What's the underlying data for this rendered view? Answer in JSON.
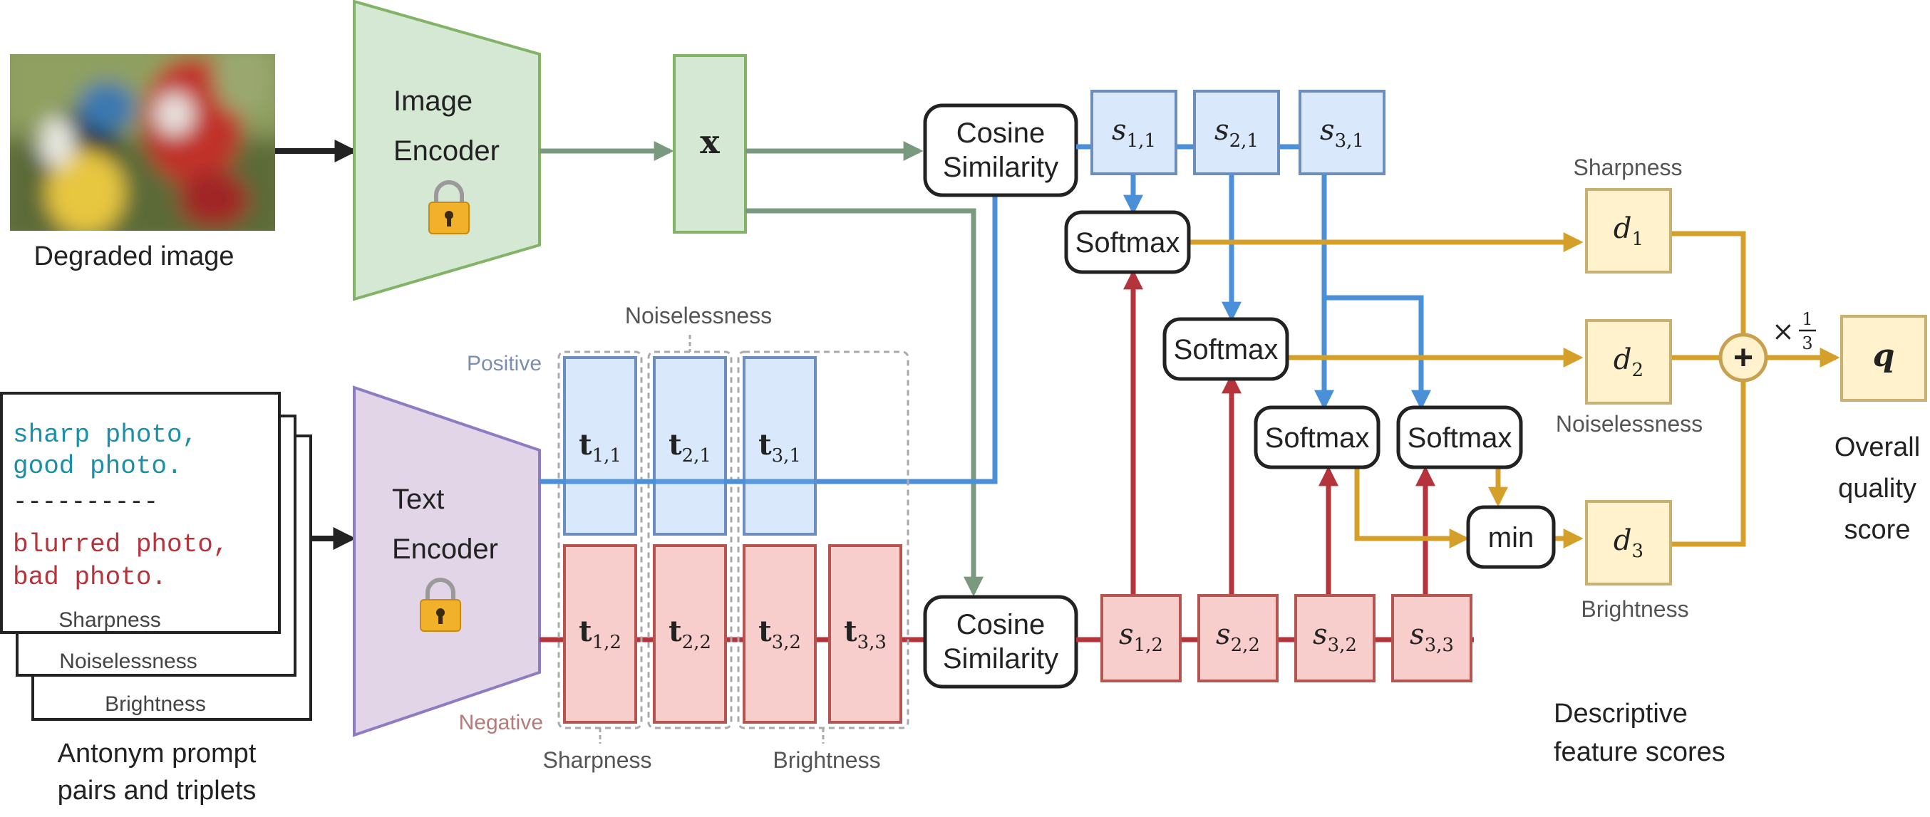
{
  "image_block": {
    "caption": "Degraded image"
  },
  "image_encoder": {
    "line1": "Image",
    "line2": "Encoder"
  },
  "text_encoder": {
    "line1": "Text",
    "line2": "Encoder"
  },
  "x_node": {
    "label": "x"
  },
  "cosine_top": {
    "line1": "Cosine",
    "line2": "Similarity"
  },
  "cosine_bottom": {
    "line1": "Cosine",
    "line2": "Similarity"
  },
  "prompts": {
    "positive_line1": "sharp photo,",
    "positive_line2": "good photo.",
    "separator": "----------",
    "negative_line1": "blurred photo,",
    "negative_line2": "bad photo.",
    "card_labels": [
      "Sharpness",
      "Noiselessness",
      "Brightness"
    ],
    "caption_line1": "Antonym prompt",
    "caption_line2": "pairs and triplets"
  },
  "embeddings": {
    "positive_label": "Positive",
    "negative_label": "Negative",
    "group_top": "Noiselessness",
    "group_bottom_left": "Sharpness",
    "group_bottom_right": "Brightness",
    "top": [
      {
        "base": "t",
        "sub": "1,1"
      },
      {
        "base": "t",
        "sub": "2,1"
      },
      {
        "base": "t",
        "sub": "3,1"
      }
    ],
    "bottom": [
      {
        "base": "t",
        "sub": "1,2"
      },
      {
        "base": "t",
        "sub": "2,2"
      },
      {
        "base": "t",
        "sub": "3,2"
      },
      {
        "base": "t",
        "sub": "3,3"
      }
    ]
  },
  "scores_top": [
    {
      "base": "s",
      "sub": "1,1"
    },
    {
      "base": "s",
      "sub": "2,1"
    },
    {
      "base": "s",
      "sub": "3,1"
    }
  ],
  "scores_bottom": [
    {
      "base": "s",
      "sub": "1,2"
    },
    {
      "base": "s",
      "sub": "2,2"
    },
    {
      "base": "s",
      "sub": "3,2"
    },
    {
      "base": "s",
      "sub": "3,3"
    }
  ],
  "softmax_label": "Softmax",
  "min_label": "min",
  "outputs": {
    "d1": {
      "base": "d",
      "sub": "1",
      "caption": "Sharpness"
    },
    "d2": {
      "base": "d",
      "sub": "2",
      "caption": "Noiselessness"
    },
    "d3": {
      "base": "d",
      "sub": "3",
      "caption": "Brightness"
    },
    "plus": "+",
    "scale_prefix": "×",
    "scale_num": "1",
    "scale_den": "3",
    "q": "q",
    "q_caption_lines": [
      "Overall",
      "quality",
      "score"
    ],
    "feature_caption_lines": [
      "Descriptive",
      "feature scores"
    ]
  },
  "colors": {
    "green_fill": "#d5e8d4",
    "green_stroke": "#82b366",
    "green_arrow": "#7a9a80",
    "purple_fill": "#e1d5e7",
    "purple_stroke": "#8e7cc3",
    "blue_fill": "#dae8fc",
    "blue_stroke": "#6c8ebf",
    "blue_arrow": "#4a90d9",
    "red_fill": "#f8cecc",
    "red_stroke": "#b85450",
    "red_arrow": "#b5333a",
    "gold_fill": "#fff2cc",
    "gold_stroke": "#c8b070",
    "gold_arrow": "#d4a02a",
    "positive_text": "#7a8fb0",
    "negative_text": "#b57a7a",
    "prompt_positive": "#1a8fa8",
    "prompt_negative": "#b5333a"
  },
  "icons": [
    "lock-icon",
    "lock-icon"
  ]
}
